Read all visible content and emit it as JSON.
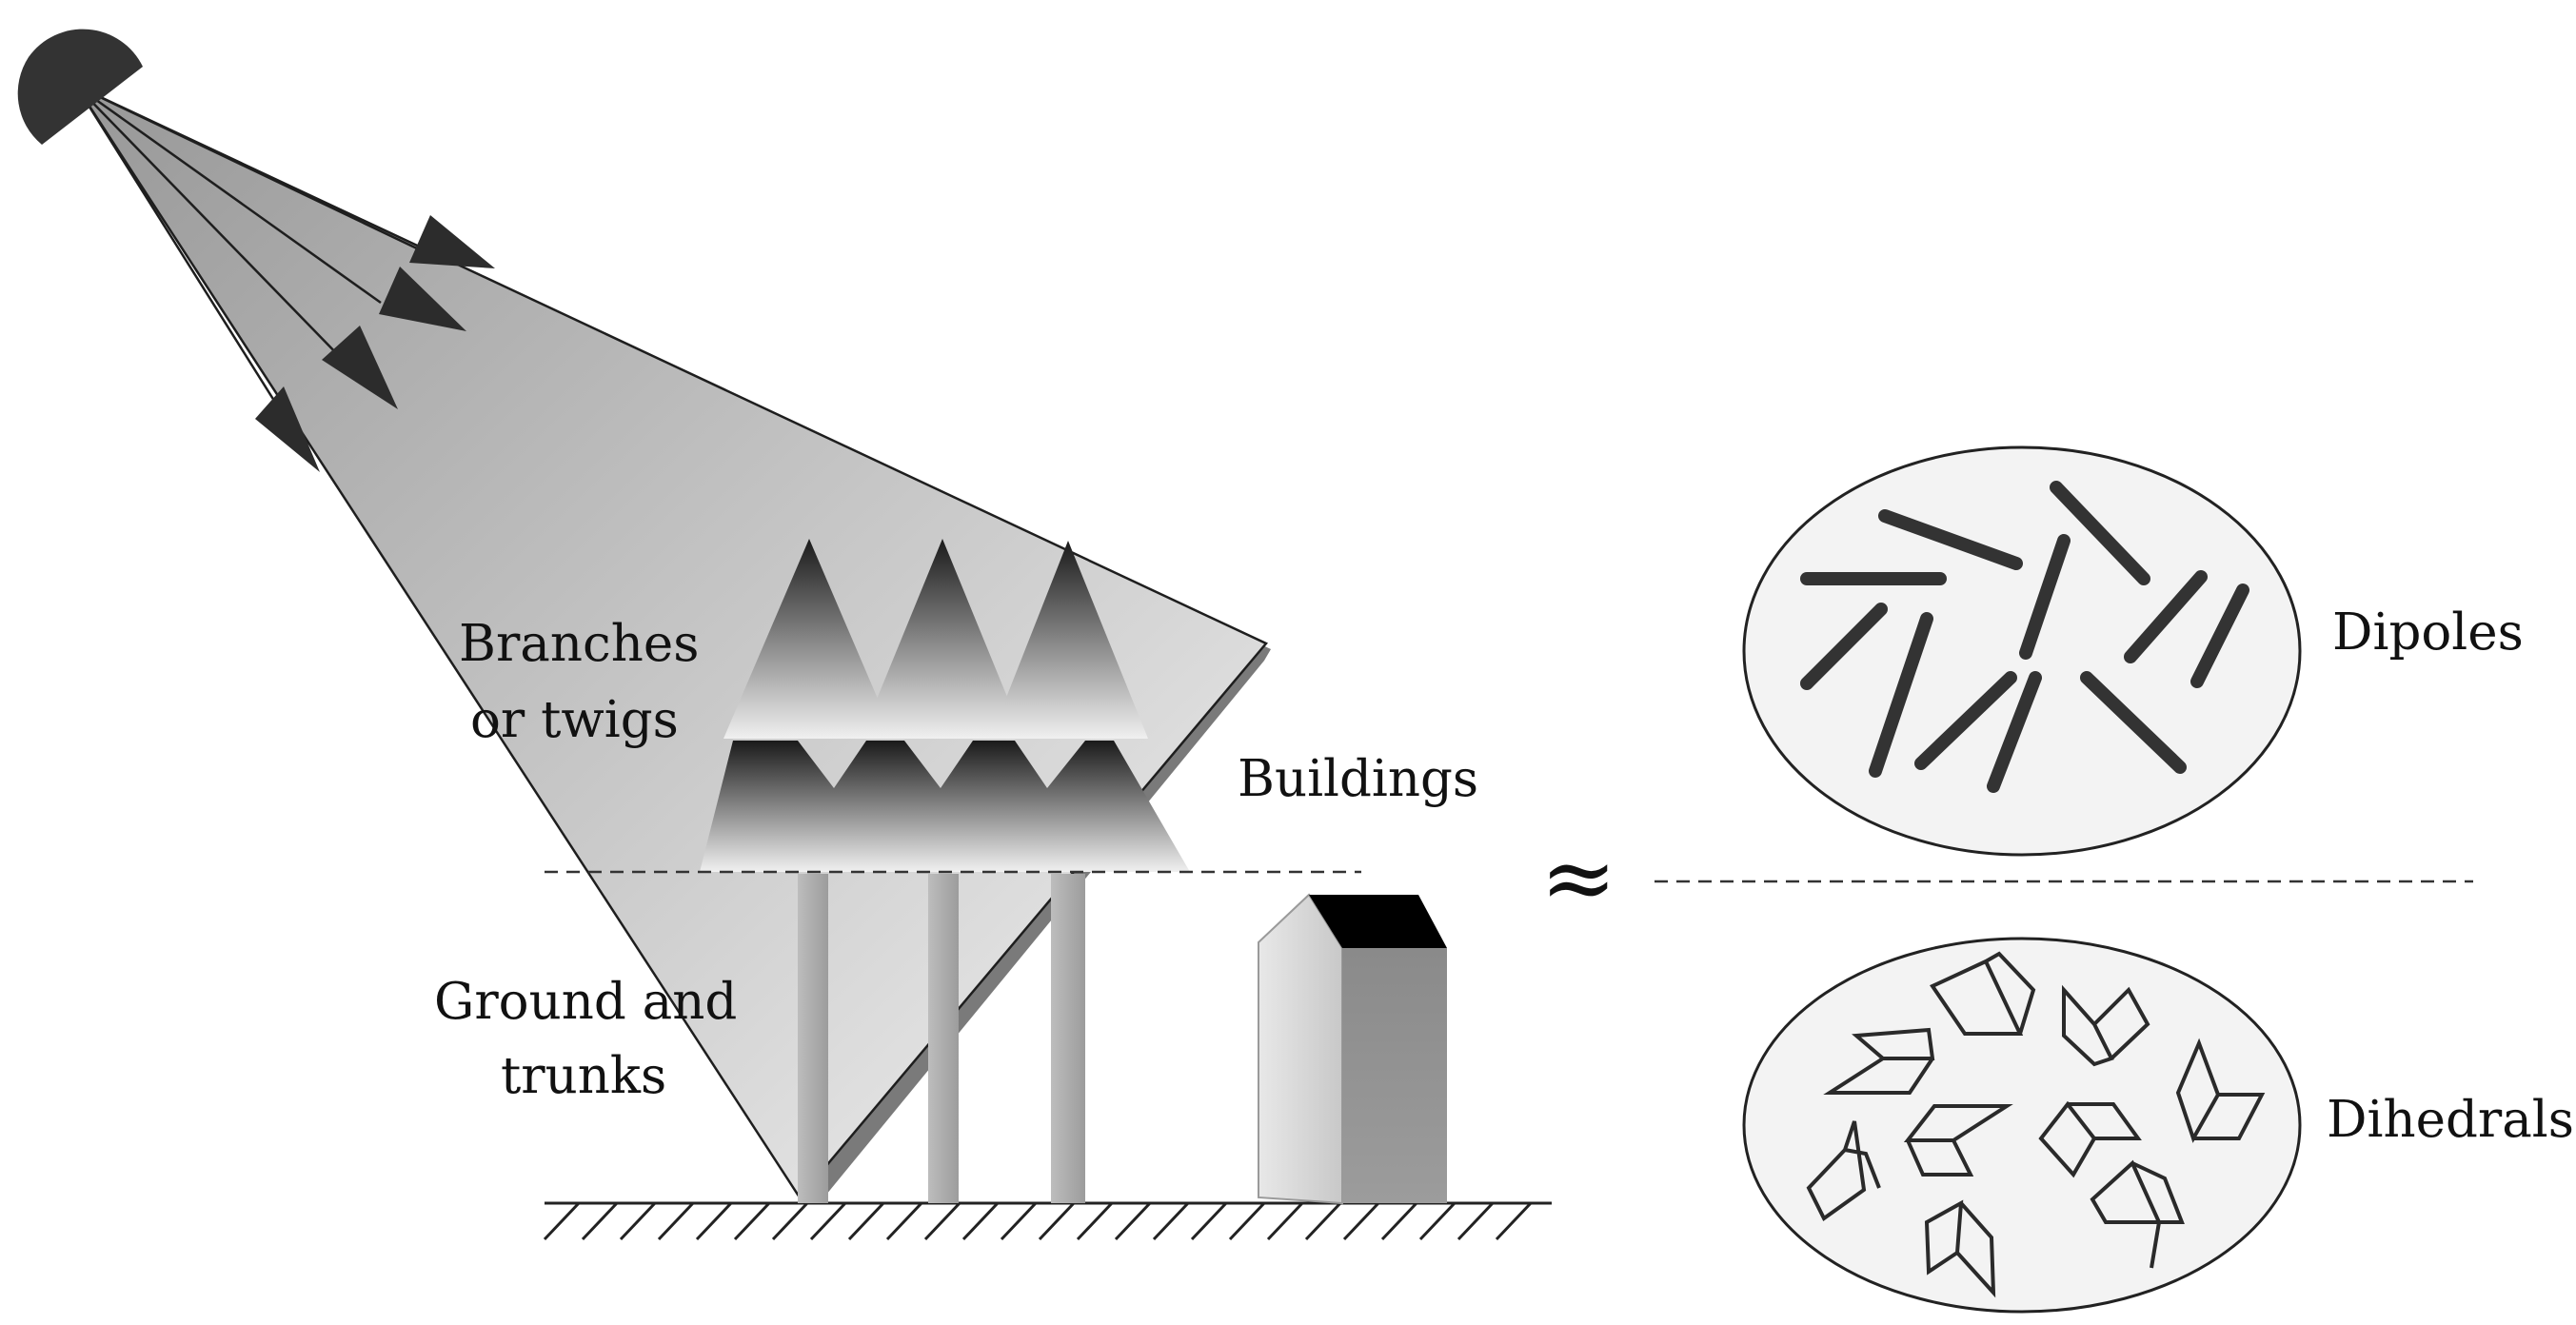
{
  "labels": {
    "branches": [
      "Branches",
      "or twigs"
    ],
    "ground": [
      "Ground and",
      "trunks"
    ],
    "buildings": "Buildings",
    "approx_symbol": "≈",
    "dipoles": "Dipoles",
    "dihedrals": "Dihedrals"
  },
  "colors": {
    "radar_dish": "#333333",
    "beam_dark": "#9a9a9a",
    "beam_light": "#ededed",
    "trunk": "#a8a8a8",
    "building_light": "#e3e3e3",
    "building_dark": "#8e8e8e",
    "roof": "#000000",
    "ellipse_fill": "#f3f3f3",
    "stroke": "#2a2a2a"
  },
  "icons": [
    "radar-antenna-icon",
    "incident-arrow-icon",
    "tree-crown-icon",
    "house-icon",
    "dipole-icon",
    "dihedral-icon"
  ]
}
